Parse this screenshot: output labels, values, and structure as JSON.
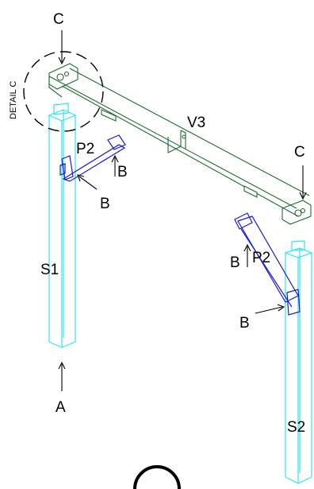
{
  "labels": {
    "detail_marker_top": "C",
    "detail_caption": "DETAIL C",
    "member_v3": "V3",
    "member_p2_left": "P2",
    "member_p2_right": "P2",
    "member_s1": "S1",
    "member_s2": "S2",
    "detail_marker_right": "C",
    "view_b_left_up": "B",
    "view_b_left_diag": "B",
    "view_b_right_up": "B",
    "view_b_right_diag": "B",
    "view_a": "A"
  },
  "colors": {
    "column": "#2ee6f0",
    "beam": "#1e6b2e",
    "brace": "#1a1ad6",
    "annotation": "#000000"
  }
}
